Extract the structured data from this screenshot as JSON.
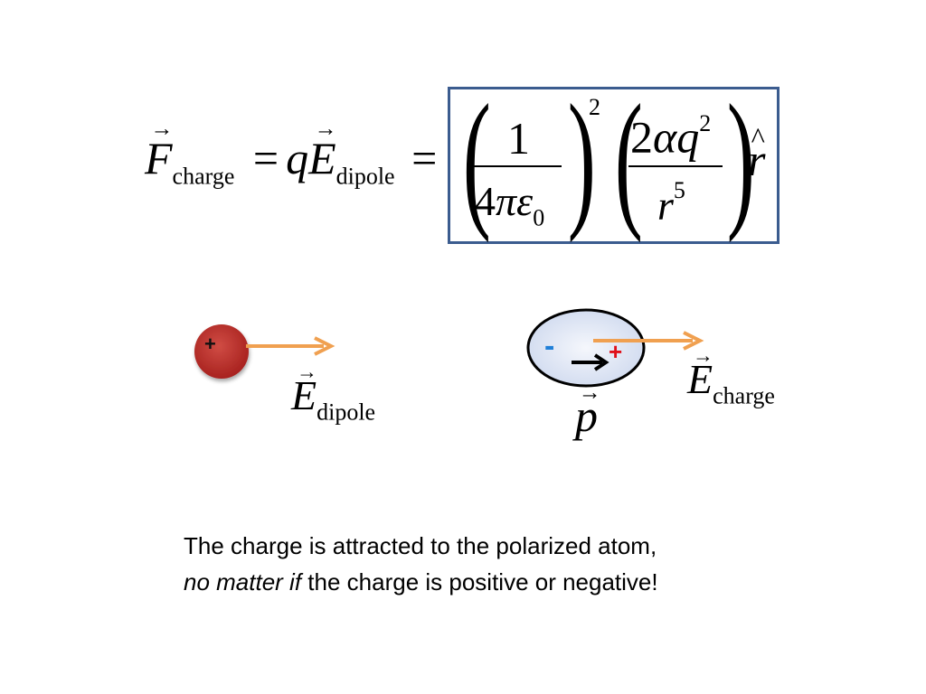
{
  "equation": {
    "F_symbol": "F",
    "F_sub": "charge",
    "eq1": "=",
    "q": "q",
    "E_symbol": "E",
    "E_sub": "dipole",
    "eq2": "=",
    "num1": "1",
    "den1_a": "4",
    "den1_pi": "π",
    "den1_eps": "ε",
    "den1_sub": "0",
    "outer_exp": "2",
    "num2_a": "2",
    "num2_alpha": "α",
    "num2_q": "q",
    "num2_exp": "2",
    "den2_r": "r",
    "den2_exp": "5",
    "rhat": "r"
  },
  "colors": {
    "box_border": "#3b5c8f",
    "charge_fill": "#c0302c",
    "arrow_orange": "#f0a050",
    "atom_fill": "#dbe3f3",
    "minus_blue": "#1f7fd8",
    "plus_red": "#e0101a"
  },
  "diagram": {
    "charge_sign": "+",
    "E_dipole_symbol": "E",
    "E_dipole_sub": "dipole",
    "atom_minus": "-",
    "atom_plus": "+",
    "p_symbol": "p",
    "E_charge_symbol": "E",
    "E_charge_sub": "charge"
  },
  "caption": {
    "line1": "The charge is attracted to the polarized atom,",
    "line2_italic": "no matter if",
    "line2_rest": " the charge is positive or negative!"
  }
}
